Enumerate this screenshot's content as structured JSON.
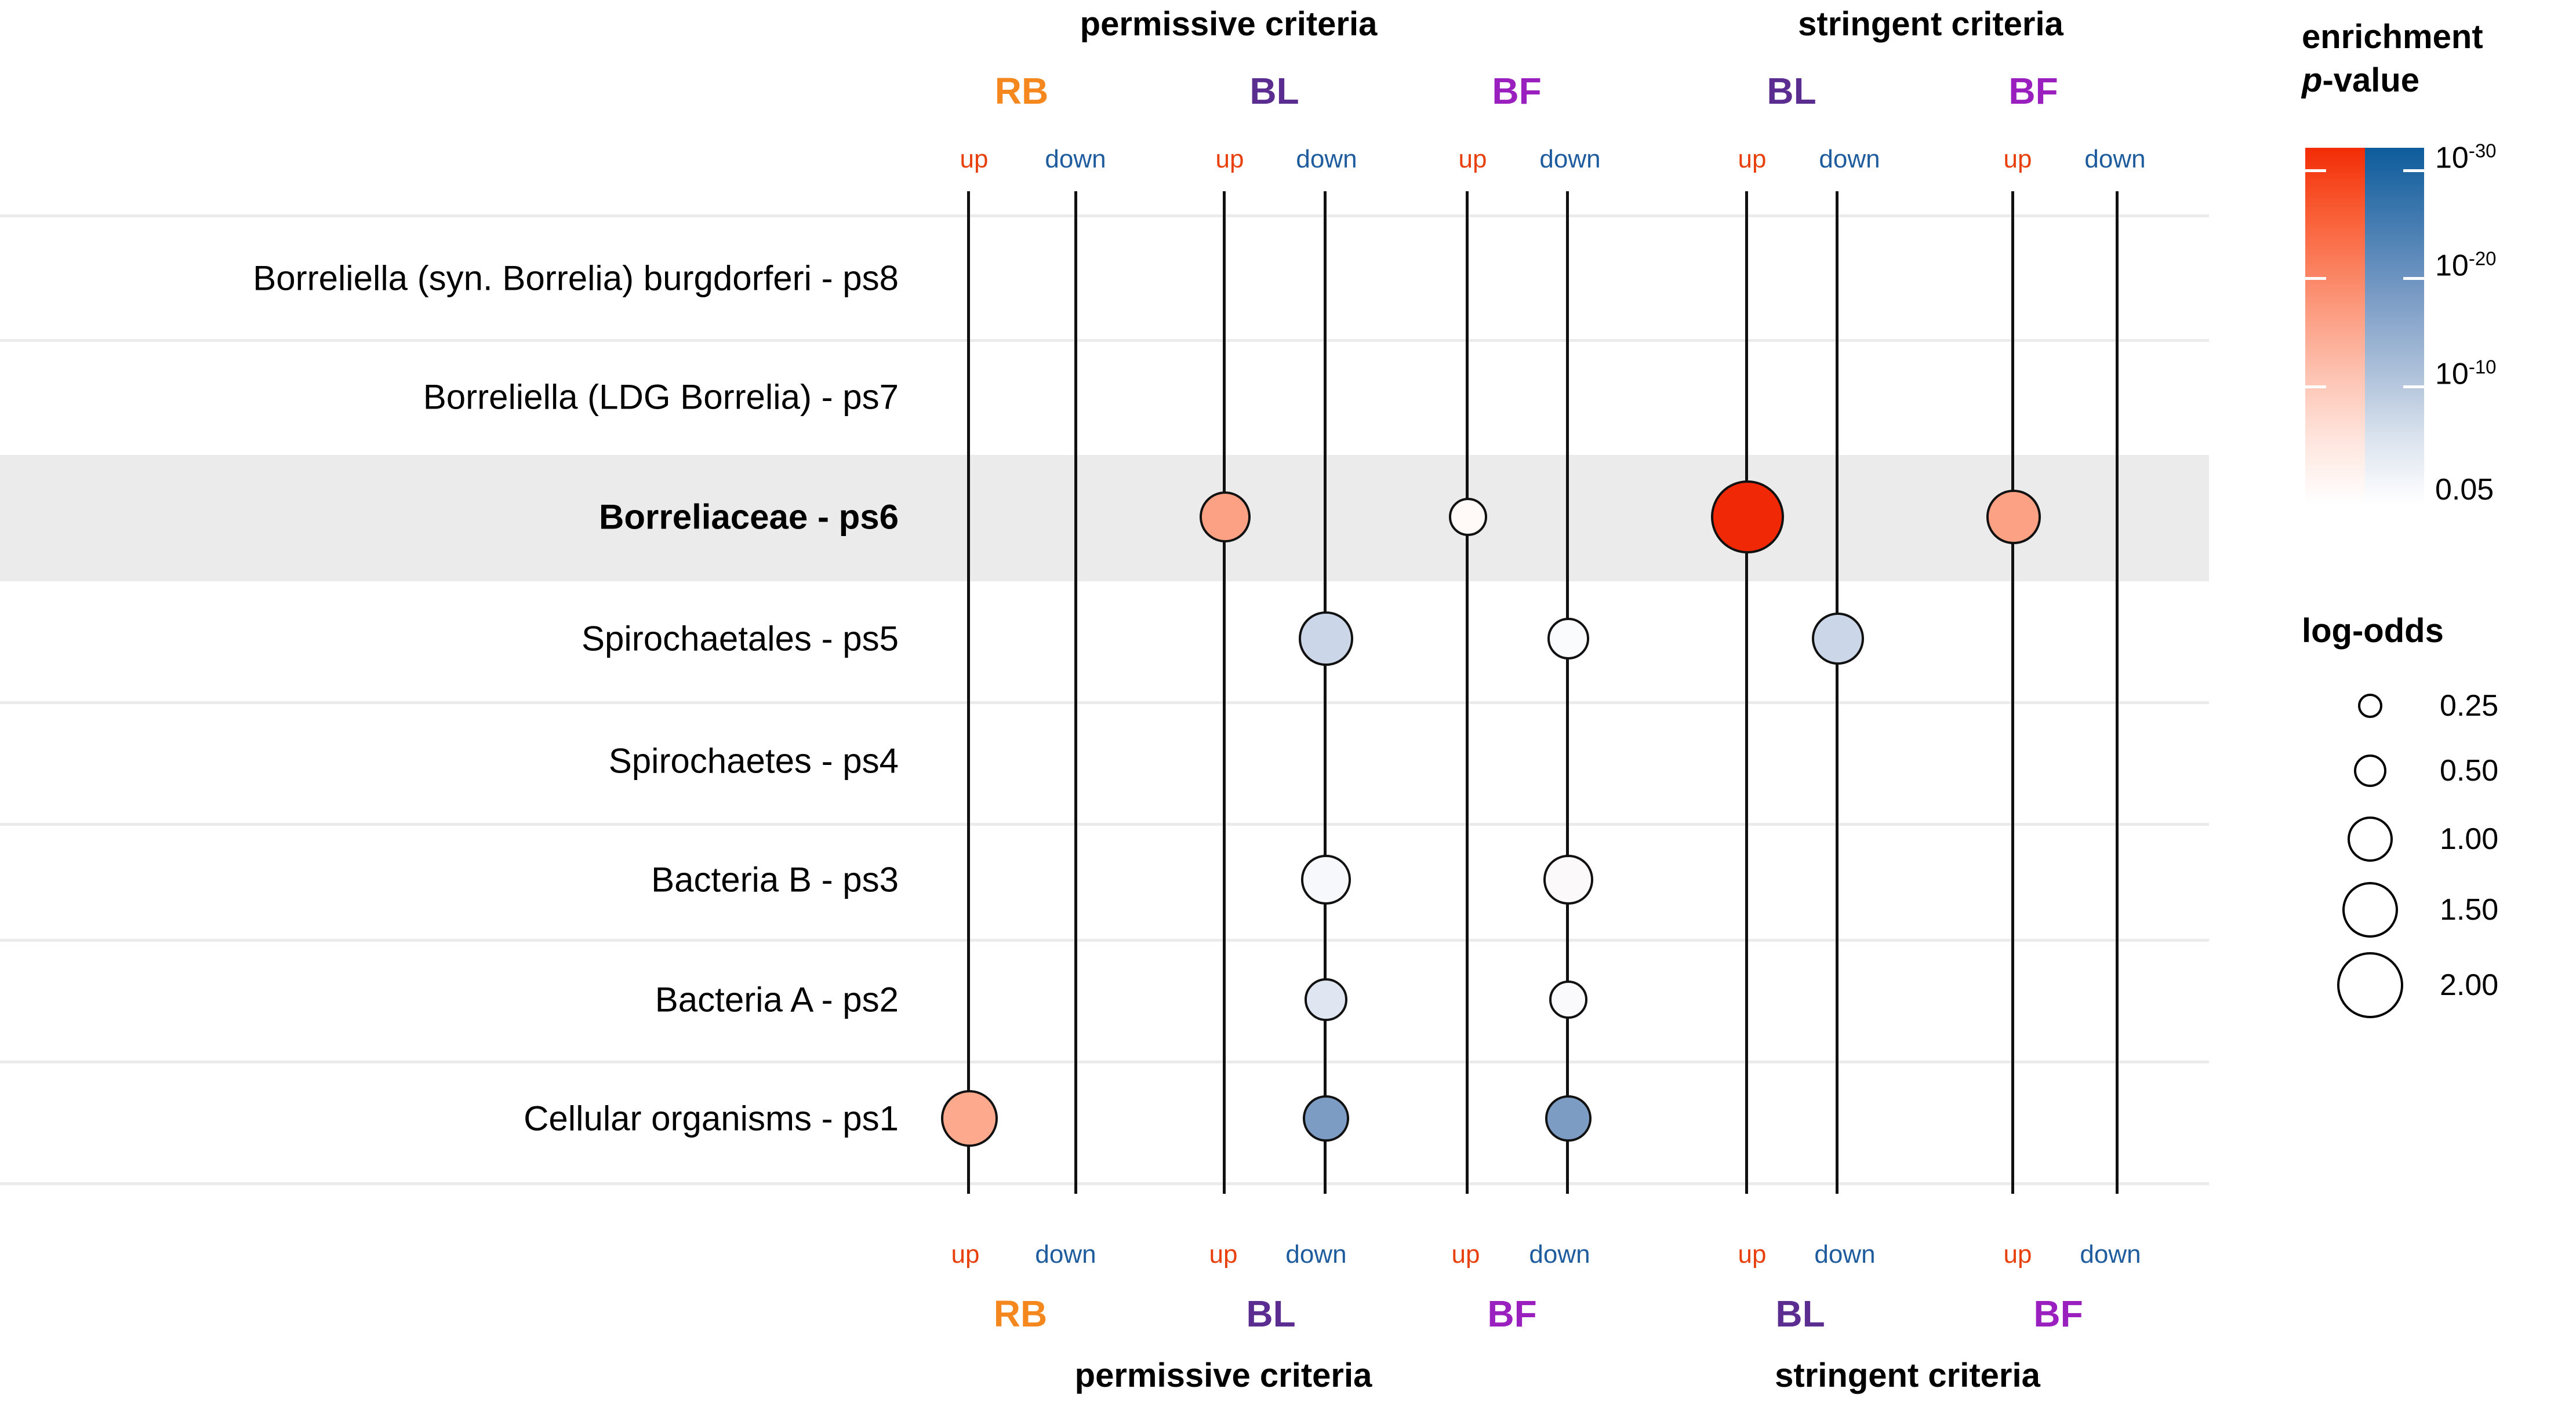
{
  "chart_data": {
    "type": "scatter",
    "title": "",
    "subtitle": "",
    "xlabel": "",
    "ylabel": "",
    "grid": true,
    "legend_position": "right",
    "row_categories": [
      "Borreliella (syn. Borrelia) burgdorferi - ps8",
      "Borreliella (LDG Borrelia) - ps7",
      "Borreliaceae - ps6",
      "Spirochaetales - ps5",
      "Spirochaetes - ps4",
      "Bacteria B - ps3",
      "Bacteria A - ps2",
      "Cellular organisms - ps1"
    ],
    "highlighted_row": "Borreliaceae - ps6",
    "criteria_groups": [
      "permissive criteria",
      "stringent criteria"
    ],
    "columns": [
      {
        "criteria": "permissive criteria",
        "code": "RB",
        "direction": "up"
      },
      {
        "criteria": "permissive criteria",
        "code": "RB",
        "direction": "down"
      },
      {
        "criteria": "permissive criteria",
        "code": "BL",
        "direction": "up"
      },
      {
        "criteria": "permissive criteria",
        "code": "BL",
        "direction": "down"
      },
      {
        "criteria": "permissive criteria",
        "code": "BF",
        "direction": "up"
      },
      {
        "criteria": "permissive criteria",
        "code": "BF",
        "direction": "down"
      },
      {
        "criteria": "stringent criteria",
        "code": "BL",
        "direction": "up"
      },
      {
        "criteria": "stringent criteria",
        "code": "BL",
        "direction": "down"
      },
      {
        "criteria": "stringent criteria",
        "code": "BF",
        "direction": "up"
      },
      {
        "criteria": "stringent criteria",
        "code": "BF",
        "direction": "down"
      }
    ],
    "points": [
      {
        "row": "Borreliaceae - ps6",
        "column": 2,
        "code": "BL",
        "direction": "up",
        "criteria": "permissive criteria",
        "log_odds": 0.85,
        "p_value": "5e-11",
        "fill": "#FCA183"
      },
      {
        "row": "Borreliaceae - ps6",
        "column": 4,
        "code": "BF",
        "direction": "up",
        "criteria": "permissive criteria",
        "log_odds": 0.45,
        "p_value": "0.03",
        "fill": "#FFFAF8"
      },
      {
        "row": "Borreliaceae - ps6",
        "column": 6,
        "code": "BL",
        "direction": "up",
        "criteria": "stringent criteria",
        "log_odds": 1.55,
        "p_value": "2e-30",
        "fill": "#F02806"
      },
      {
        "row": "Borreliaceae - ps6",
        "column": 8,
        "code": "BF",
        "direction": "up",
        "criteria": "stringent criteria",
        "log_odds": 0.95,
        "p_value": "8e-12",
        "fill": "#FCA183"
      },
      {
        "row": "Spirochaetales - ps5",
        "column": 3,
        "code": "BL",
        "direction": "down",
        "criteria": "permissive criteria",
        "log_odds": 0.95,
        "p_value": "3e-09",
        "fill": "#CBD6E8"
      },
      {
        "row": "Spirochaetales - ps5",
        "column": 5,
        "code": "BF",
        "direction": "down",
        "criteria": "permissive criteria",
        "log_odds": 0.55,
        "p_value": "0.02",
        "fill": "#FAFBFD"
      },
      {
        "row": "Spirochaetales - ps5",
        "column": 7,
        "code": "BL",
        "direction": "down",
        "criteria": "stringent criteria",
        "log_odds": 0.9,
        "p_value": "4e-09",
        "fill": "#CBD6E8"
      },
      {
        "row": "Bacteria B - ps3",
        "column": 3,
        "code": "BL",
        "direction": "down",
        "criteria": "permissive criteria",
        "log_odds": 0.8,
        "p_value": "0.01",
        "fill": "#F7F8FB"
      },
      {
        "row": "Bacteria B - ps3",
        "column": 5,
        "code": "BF",
        "direction": "down",
        "criteria": "permissive criteria",
        "log_odds": 0.8,
        "p_value": "0.01",
        "fill": "#FBF9FA"
      },
      {
        "row": "Bacteria A - ps2",
        "column": 3,
        "code": "BL",
        "direction": "down",
        "criteria": "permissive criteria",
        "log_odds": 0.6,
        "p_value": "1e-05",
        "fill": "#DFE6F1"
      },
      {
        "row": "Bacteria A - ps2",
        "column": 5,
        "code": "BF",
        "direction": "down",
        "criteria": "permissive criteria",
        "log_odds": 0.45,
        "p_value": "0.02",
        "fill": "#FAFAFC"
      },
      {
        "row": "Cellular organisms - ps1",
        "column": 0,
        "code": "RB",
        "direction": "up",
        "criteria": "permissive criteria",
        "log_odds": 1.05,
        "p_value": "4e-12",
        "fill": "#FCA98D"
      },
      {
        "row": "Cellular organisms - ps1",
        "column": 3,
        "code": "BL",
        "direction": "down",
        "criteria": "permissive criteria",
        "log_odds": 0.7,
        "p_value": "2e-22",
        "fill": "#7D9CC4"
      },
      {
        "row": "Cellular organisms - ps1",
        "column": 5,
        "code": "BF",
        "direction": "down",
        "criteria": "permissive criteria",
        "log_odds": 0.7,
        "p_value": "3e-22",
        "fill": "#7D9CC4"
      }
    ],
    "color_legend": {
      "title_line1": "enrichment",
      "title_line2": "p-value",
      "ticks": [
        {
          "label": "10",
          "exponent": "-30"
        },
        {
          "label": "10",
          "exponent": "-20"
        },
        {
          "label": "10",
          "exponent": "-10"
        },
        {
          "label": "0.05",
          "exponent": ""
        }
      ],
      "up_ramp": "#F22C06",
      "down_ramp": "#0D5C9B",
      "low_end": "#FFFFFF"
    },
    "size_legend": {
      "title": "log-odds",
      "values": [
        "0.25",
        "0.50",
        "1.00",
        "1.50",
        "2.00"
      ]
    }
  },
  "axis": {
    "direction_up": "up",
    "direction_down": "down",
    "up_color": "#E8400C",
    "down_color": "#1F5C9E"
  },
  "codes": {
    "RB": {
      "label": "RB",
      "color": "#F5871F"
    },
    "BL": {
      "label": "BL",
      "color": "#5B2D90"
    },
    "BF_permissive": {
      "label": "BF",
      "color": "#9A1FBF"
    },
    "BF_stringent": {
      "label": "BF",
      "color": "#9A1FBF"
    }
  },
  "groups": {
    "permissive": "permissive criteria",
    "stringent": "stringent criteria"
  }
}
